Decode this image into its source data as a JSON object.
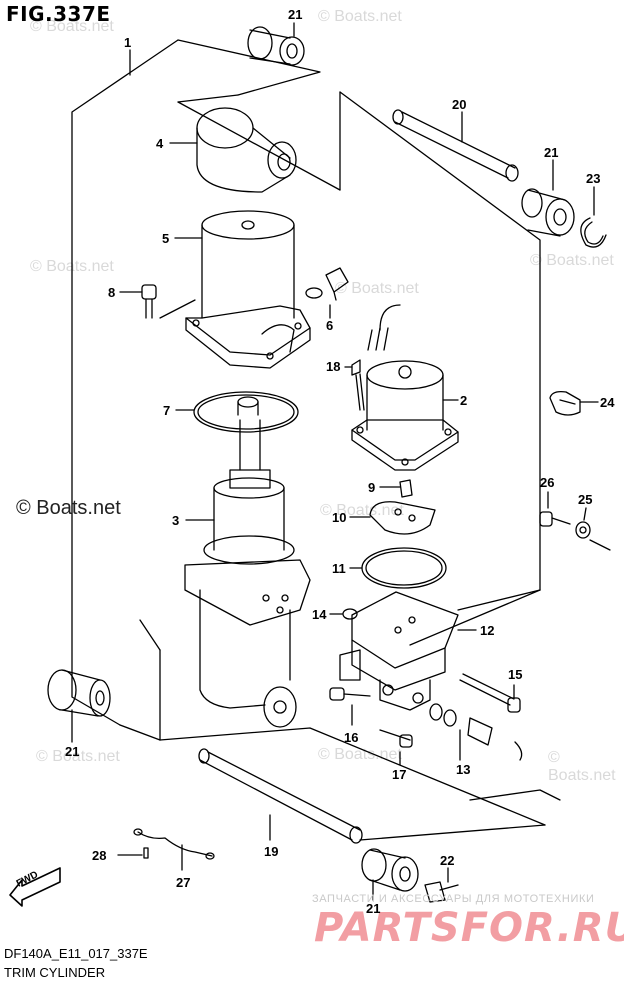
{
  "figure": {
    "title": "FIG.337E",
    "model_code": "DF140A_E11_017_337E",
    "section_name": "TRIM CYLINDER",
    "direction_label": "FWD"
  },
  "watermarks": {
    "small": "© Boats.net",
    "large": "© Boats.net",
    "shop_line": "ЗАПЧАСТИ И АКСЕССУАРЫ ДЛЯ МОТОТЕХНИКИ",
    "shop_brand": "PARTSFOR.RU"
  },
  "colors": {
    "line": "#000000",
    "watermark": "#d9d9d9",
    "brand": "#f08e93"
  },
  "callouts": {
    "c1": "1",
    "c2": "2",
    "c3": "3",
    "c4": "4",
    "c5": "5",
    "c6": "6",
    "c7": "7",
    "c8": "8",
    "c9": "9",
    "c10": "10",
    "c11": "11",
    "c12": "12",
    "c13": "13",
    "c14": "14",
    "c15": "15",
    "c16": "16",
    "c17": "17",
    "c18": "18",
    "c19": "19",
    "c20": "20",
    "c21a": "21",
    "c21b": "21",
    "c21c": "21",
    "c21d": "21",
    "c22": "22",
    "c23": "23",
    "c24": "24",
    "c25": "25",
    "c26": "26",
    "c27": "27",
    "c28": "28"
  }
}
